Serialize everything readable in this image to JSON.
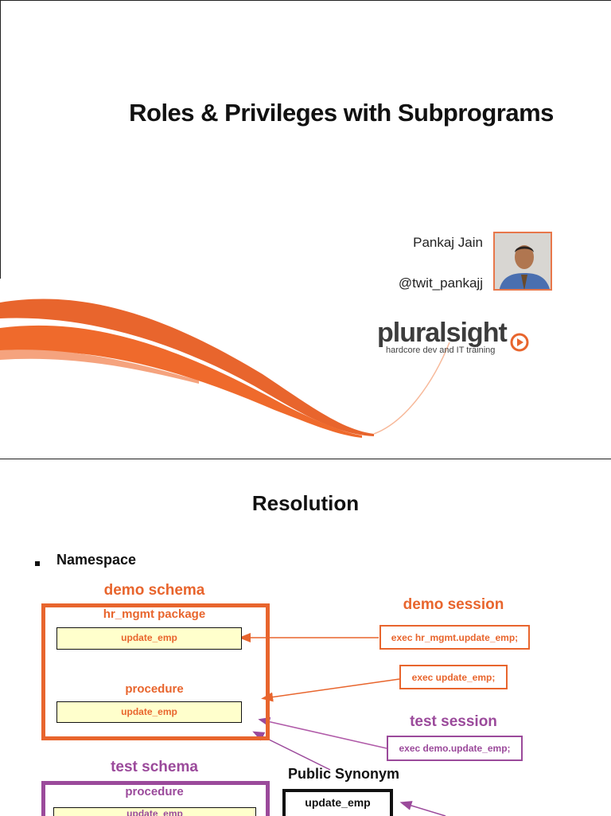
{
  "slide1": {
    "title": "Roles & Privileges with Subprograms",
    "author_name": "Pankaj Jain",
    "author_handle": "@twit_pankajj",
    "brand_name": "pluralsight",
    "brand_tagline": "hardcore dev and IT training",
    "colors": {
      "accent": "#e8652d"
    }
  },
  "slide2": {
    "title": "Resolution",
    "bullet": "Namespace",
    "demo_schema": {
      "label": "demo schema",
      "package_label": "hr_mgmt package",
      "package_proc": "update_emp",
      "procedure_label": "procedure",
      "procedure_name": "update_emp"
    },
    "demo_session": {
      "label": "demo session",
      "exec1": "exec hr_mgmt.update_emp;",
      "exec2": "exec update_emp;"
    },
    "test_session": {
      "label": "test session",
      "exec": "exec demo.update_emp;"
    },
    "public_synonym": {
      "label": "Public Synonym",
      "name": "update_emp"
    },
    "test_schema": {
      "label": "test schema",
      "procedure_label": "procedure",
      "procedure_name": "update_emp"
    },
    "colors": {
      "demo": "#e8652d",
      "test": "#9b4a9b"
    }
  }
}
